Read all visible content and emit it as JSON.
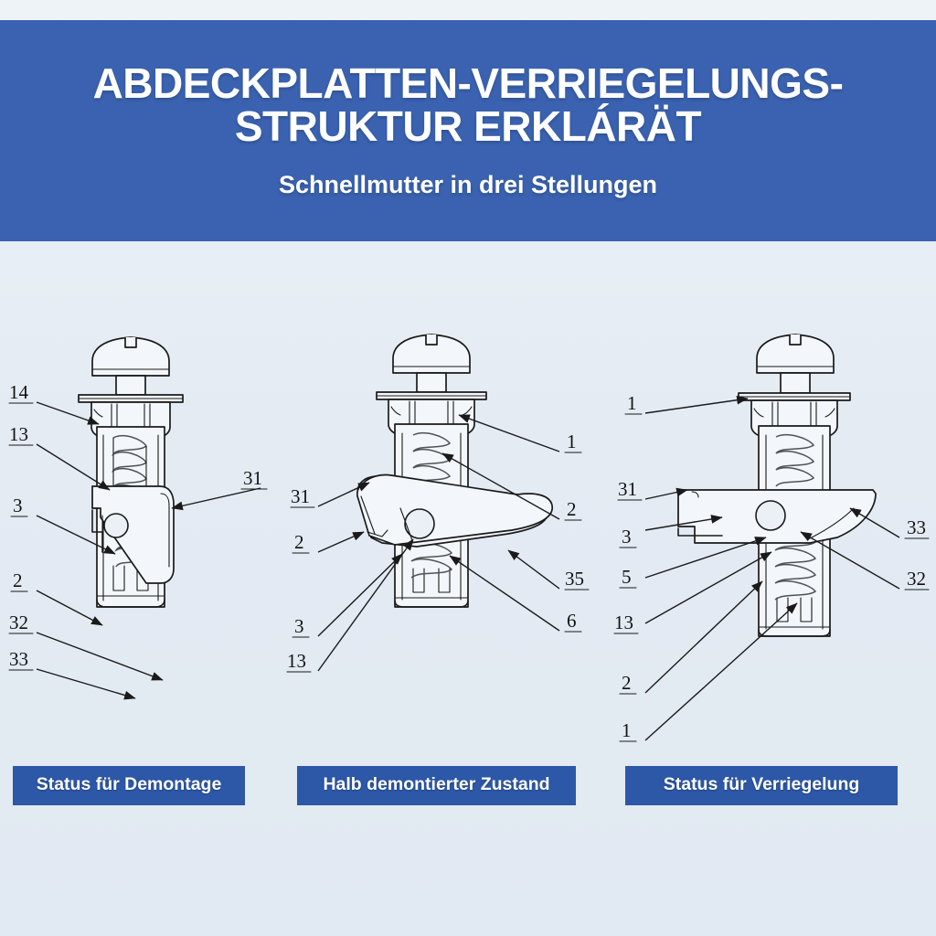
{
  "header": {
    "title_line1": "ABDECKPLATTEN-VERRIEGELUNGS-",
    "title_line2": "STRUKTUR ERKLÁRÄT",
    "subtitle": "Schnellmutter in drei Stellungen",
    "background_color": "#3a62b0"
  },
  "page": {
    "background_color": "#e4ebf3",
    "line_color": "#1a1a1a",
    "part_fill": "#f2f6fa"
  },
  "captions": {
    "left": "Status für Demontage",
    "middle": "Halb demontierter Zustand",
    "right": "Status für Verriegelung",
    "background_color": "#2d58a8",
    "text_color": "#ffffff"
  },
  "figures": [
    {
      "id": "figure-left",
      "state": "Status für Demontage",
      "labels_left": [
        "14",
        "13",
        "3",
        "2",
        "32",
        "33"
      ],
      "labels_right": [
        "31"
      ]
    },
    {
      "id": "figure-middle",
      "state": "Halb demontierter Zustand",
      "labels_left": [
        "31",
        "2",
        "3",
        "13"
      ],
      "labels_right": [
        "1",
        "2",
        "35",
        "6"
      ]
    },
    {
      "id": "figure-right",
      "state": "Status für Verriegelung",
      "labels_left": [
        "1",
        "31",
        "3",
        "5",
        "13",
        "2",
        "1"
      ],
      "labels_right": [
        "33",
        "32"
      ]
    }
  ],
  "callouts": {
    "left": {
      "l14": "14",
      "l13": "13",
      "l3": "3",
      "l2": "2",
      "l32": "32",
      "l33": "33",
      "l31": "31"
    },
    "middle": {
      "l31": "31",
      "l2a": "2",
      "l3": "3",
      "l13": "13",
      "l1": "1",
      "l2b": "2",
      "l35": "35",
      "l6": "6"
    },
    "right": {
      "l1a": "1",
      "l31": "31",
      "l3": "3",
      "l5": "5",
      "l13": "13",
      "l2": "2",
      "l1b": "1",
      "l33": "33",
      "l32": "32"
    }
  }
}
